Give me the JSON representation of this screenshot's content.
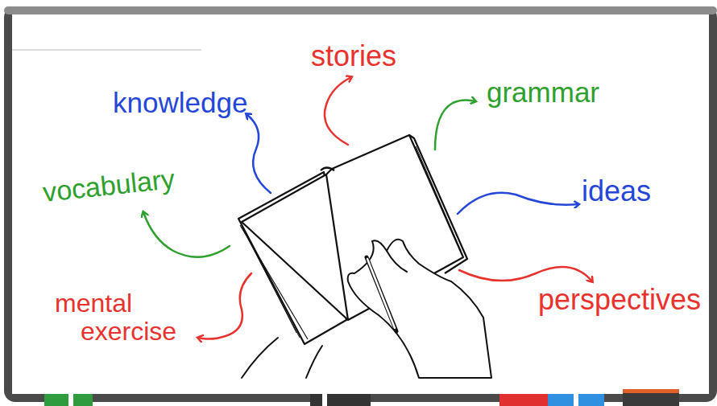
{
  "diagram": {
    "labels": [
      "stories",
      "knowledge",
      "grammar",
      "vocabulary",
      "ideas",
      "mental exercise",
      "perspectives"
    ]
  }
}
